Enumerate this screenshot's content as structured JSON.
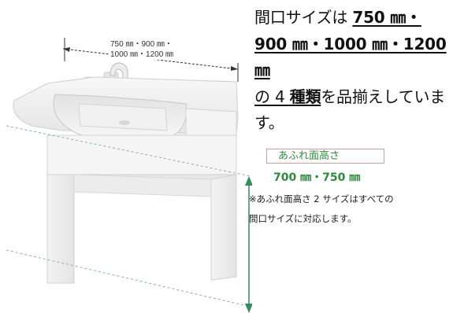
{
  "figure": {
    "dimension_label_line1": "750 ㎜・900 ㎜・",
    "dimension_label_line2": "1000 ㎜・1200 ㎜",
    "arrow_color": "#2f8f5a"
  },
  "headline": {
    "part1": "間口サイズは ",
    "part2": "750 ㎜・",
    "part3": "900 ㎜・1000 ㎜・1200 ㎜",
    "part4": "の 4 ",
    "part5": "種類",
    "part6": "を品揃えしています。"
  },
  "overflow_height": {
    "label": "あふれ面高さ",
    "values": "700 ㎜・750 ㎜",
    "note_line1": "※あふれ面高さ 2 サイズはすべての",
    "note_line2": "間口サイズに対応します。",
    "accent_color": "#2e8b3e"
  }
}
